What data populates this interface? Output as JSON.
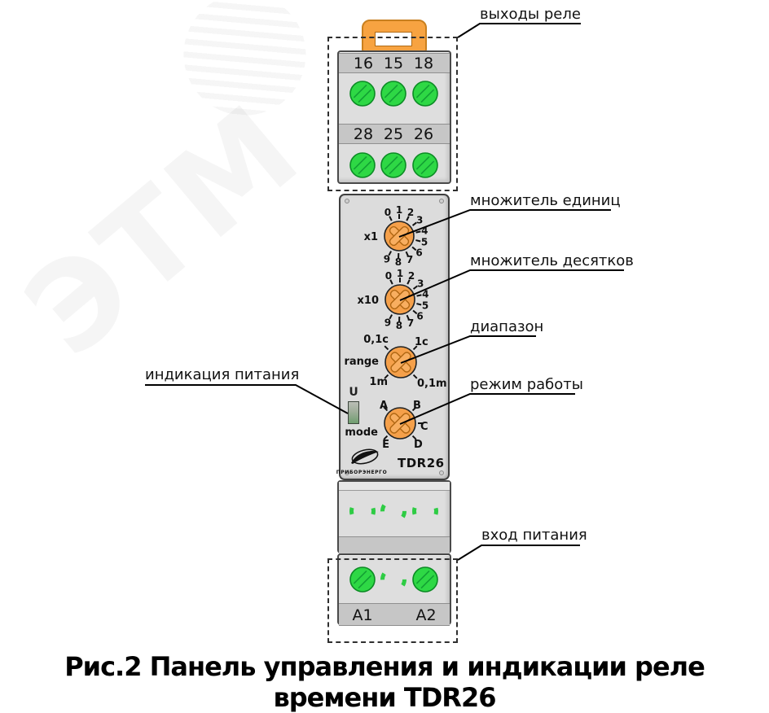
{
  "watermark": {
    "text": "ЭТМ"
  },
  "caption": "Рис.2 Панель управления и индикации реле времени TDR26",
  "callouts": {
    "relay_outputs": "выходы реле",
    "units_multiplier": "множитель единиц",
    "tens_multiplier": "множитель десятков",
    "range": "диапазон",
    "mode": "режим работы",
    "power_indication": "индикация питания",
    "power_input": "вход питания"
  },
  "device": {
    "brand": "ПРИБОРЭНЕРГО",
    "model": "TDR26",
    "power_led_label": "U",
    "top_terminals": {
      "row1": [
        "16",
        "15",
        "18"
      ],
      "row2": [
        "28",
        "25",
        "26"
      ]
    },
    "bottom_terminals": [
      "A1",
      "A2"
    ],
    "dials": [
      {
        "id": "x1",
        "side_label": "x1",
        "positions": [
          "0",
          "1",
          "2",
          "3",
          "4",
          "5",
          "6",
          "7",
          "8",
          "9"
        ]
      },
      {
        "id": "x10",
        "side_label": "x10",
        "positions": [
          "0",
          "1",
          "2",
          "3",
          "4",
          "5",
          "6",
          "7",
          "8",
          "9"
        ]
      },
      {
        "id": "range",
        "side_label": "range",
        "positions": [
          "0,1c",
          "1c",
          "0,1m",
          "1m"
        ]
      },
      {
        "id": "mode",
        "side_label": "mode",
        "positions": [
          "A",
          "B",
          "C",
          "D",
          "E"
        ]
      }
    ]
  },
  "colors": {
    "knob_orange": "#F5A04A",
    "knob_cross": "#F8AE60",
    "knob_cross_edge": "#AF6612",
    "clip_orange": "#F7A341",
    "screw_green": "#2ED845",
    "screw_edge": "#0b8b24",
    "ring_green": "#2ECC44",
    "panel_gray": "#dcdcdc"
  }
}
